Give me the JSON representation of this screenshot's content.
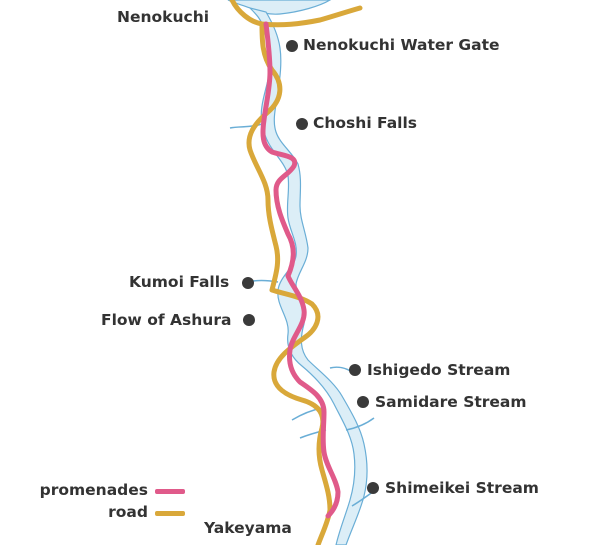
{
  "map": {
    "places": {
      "nenokuchi": "Nenokuchi",
      "yakeyama": "Yakeyama"
    },
    "spots": [
      {
        "id": "nenokuchi-water-gate",
        "label": "Nenokuchi Water Gate"
      },
      {
        "id": "choshi-falls",
        "label": "Choshi Falls"
      },
      {
        "id": "kumoi-falls",
        "label": "Kumoi Falls"
      },
      {
        "id": "flow-of-ashura",
        "label": "Flow of Ashura"
      },
      {
        "id": "ishigedo-stream",
        "label": "Ishigedo Stream"
      },
      {
        "id": "samidare-stream",
        "label": "Samidare Stream"
      },
      {
        "id": "shimeikei-stream",
        "label": "Shimeikei Stream"
      }
    ]
  },
  "legend": {
    "promenades": {
      "label": "promenades",
      "color": "#e05a8a"
    },
    "road": {
      "label": "road",
      "color": "#d9a83a"
    }
  },
  "colors": {
    "river_fill": "#dceef7",
    "river_line": "#6aaed6",
    "spot_dot": "#3a3a3a"
  }
}
